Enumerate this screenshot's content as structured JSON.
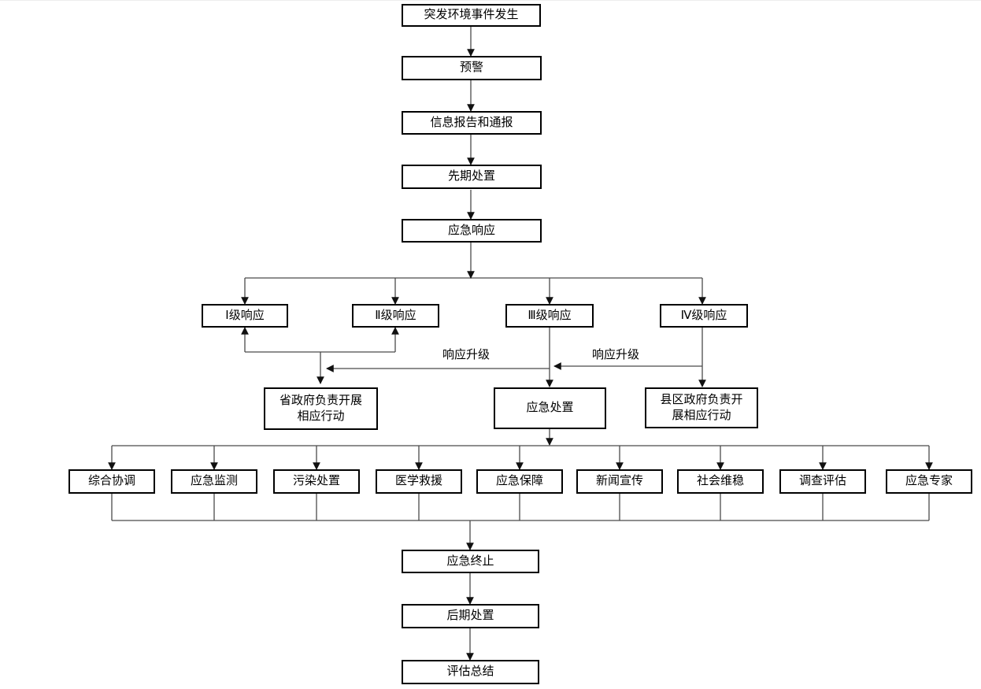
{
  "diagram": {
    "type": "flowchart",
    "colors": {
      "background": "#ffffff",
      "box_border": "#000000",
      "connector": "#4a4a4a",
      "text": "#000000"
    },
    "nodes": {
      "start": {
        "label": "突发环境事件发生"
      },
      "warning": {
        "label": "预警"
      },
      "report": {
        "label": "信息报告和通报"
      },
      "initial": {
        "label": "先期处置"
      },
      "response": {
        "label": "应急响应"
      },
      "level1": {
        "label": "Ⅰ级响应"
      },
      "level2": {
        "label": "Ⅱ级响应"
      },
      "level3": {
        "label": "Ⅲ级响应"
      },
      "level4": {
        "label": "Ⅳ级响应"
      },
      "provincial": {
        "label": "省政府负责开展\n相应行动"
      },
      "disposal": {
        "label": "应急处置"
      },
      "county": {
        "label": "县区政府负责开\n展相应行动"
      },
      "task1": {
        "label": "综合协调"
      },
      "task2": {
        "label": "应急监测"
      },
      "task3": {
        "label": "污染处置"
      },
      "task4": {
        "label": "医学救援"
      },
      "task5": {
        "label": "应急保障"
      },
      "task6": {
        "label": "新闻宣传"
      },
      "task7": {
        "label": "社会维稳"
      },
      "task8": {
        "label": "调查评估"
      },
      "task9": {
        "label": "应急专家"
      },
      "end": {
        "label": "应急终止"
      },
      "post": {
        "label": "后期处置"
      },
      "summary": {
        "label": "评估总结"
      }
    },
    "edge_labels": {
      "upgrade_left": "响应升级",
      "upgrade_right": "响应升级"
    }
  }
}
